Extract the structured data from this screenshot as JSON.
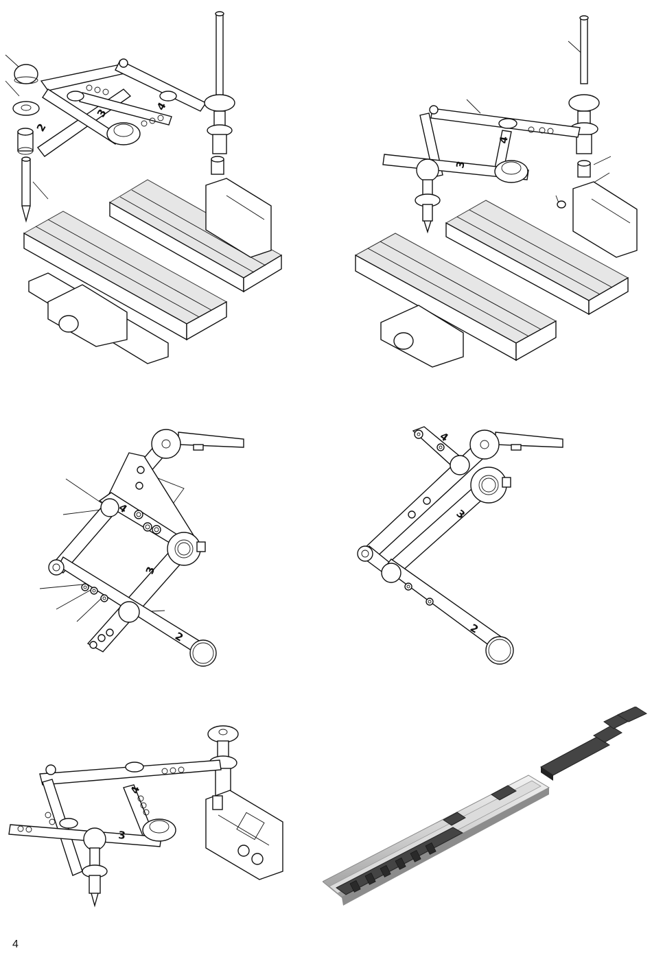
{
  "page_number": "4",
  "figures": {
    "fig1": {
      "link_numbers": [
        "2",
        "3",
        "4"
      ]
    },
    "fig2": {
      "link_numbers": [
        "3",
        "4"
      ]
    },
    "fig3": {
      "link_numbers": [
        "4",
        "3",
        "2"
      ]
    },
    "fig4": {
      "link_numbers": [
        "4",
        "3",
        "2"
      ]
    },
    "fig5": {
      "link_numbers": [
        "4",
        "3"
      ]
    }
  }
}
